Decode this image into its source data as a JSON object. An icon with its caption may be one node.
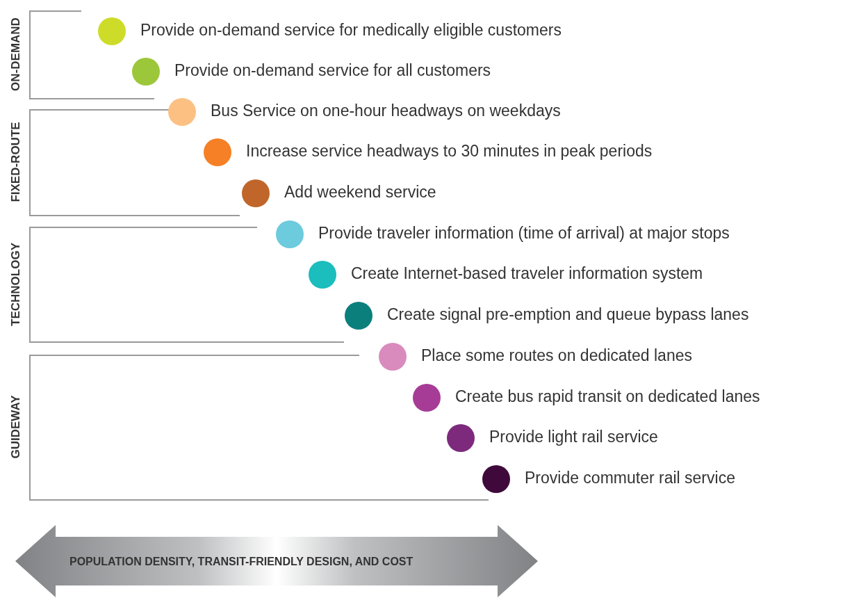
{
  "diagram": {
    "nodes": [
      {
        "text": [
          "ON-DEMAND"
        ]
      },
      {
        "text": [
          "FIXED-ROUTE"
        ]
      },
      {
        "text": [
          "TECHNOLOGY"
        ]
      },
      {
        "text": [
          "GUIDEWAY"
        ]
      },
      {
        "text": [
          "Provide on-demand service for medically eligible customers"
        ]
      },
      {
        "text": [
          "Provide on-demand service for all customers"
        ]
      },
      {
        "text": [
          "Bus Service on one-hour headways on weekdays"
        ]
      },
      {
        "text": [
          "Increase service headways to 30 minutes in peak periods"
        ]
      },
      {
        "text": [
          "Add weekend service"
        ]
      },
      {
        "text": [
          "Provide traveler information (time of arrival) at major stops"
        ]
      },
      {
        "text": [
          "Create Internet-based traveler information system"
        ]
      },
      {
        "text": [
          "Create signal pre-emption and queue bypass lanes"
        ]
      },
      {
        "text": [
          "Place some routes on dedicated lanes"
        ]
      },
      {
        "text": [
          "Create bus rapid transit on dedicated lanes"
        ]
      },
      {
        "text": [
          "Provide light rail service"
        ]
      },
      {
        "text": [
          "Provide commuter rail service"
        ]
      }
    ],
    "labels": [
      "POPULATION DENSITY, TRANSIT-FRIENDLY DESIGN, AND COST"
    ]
  }
}
